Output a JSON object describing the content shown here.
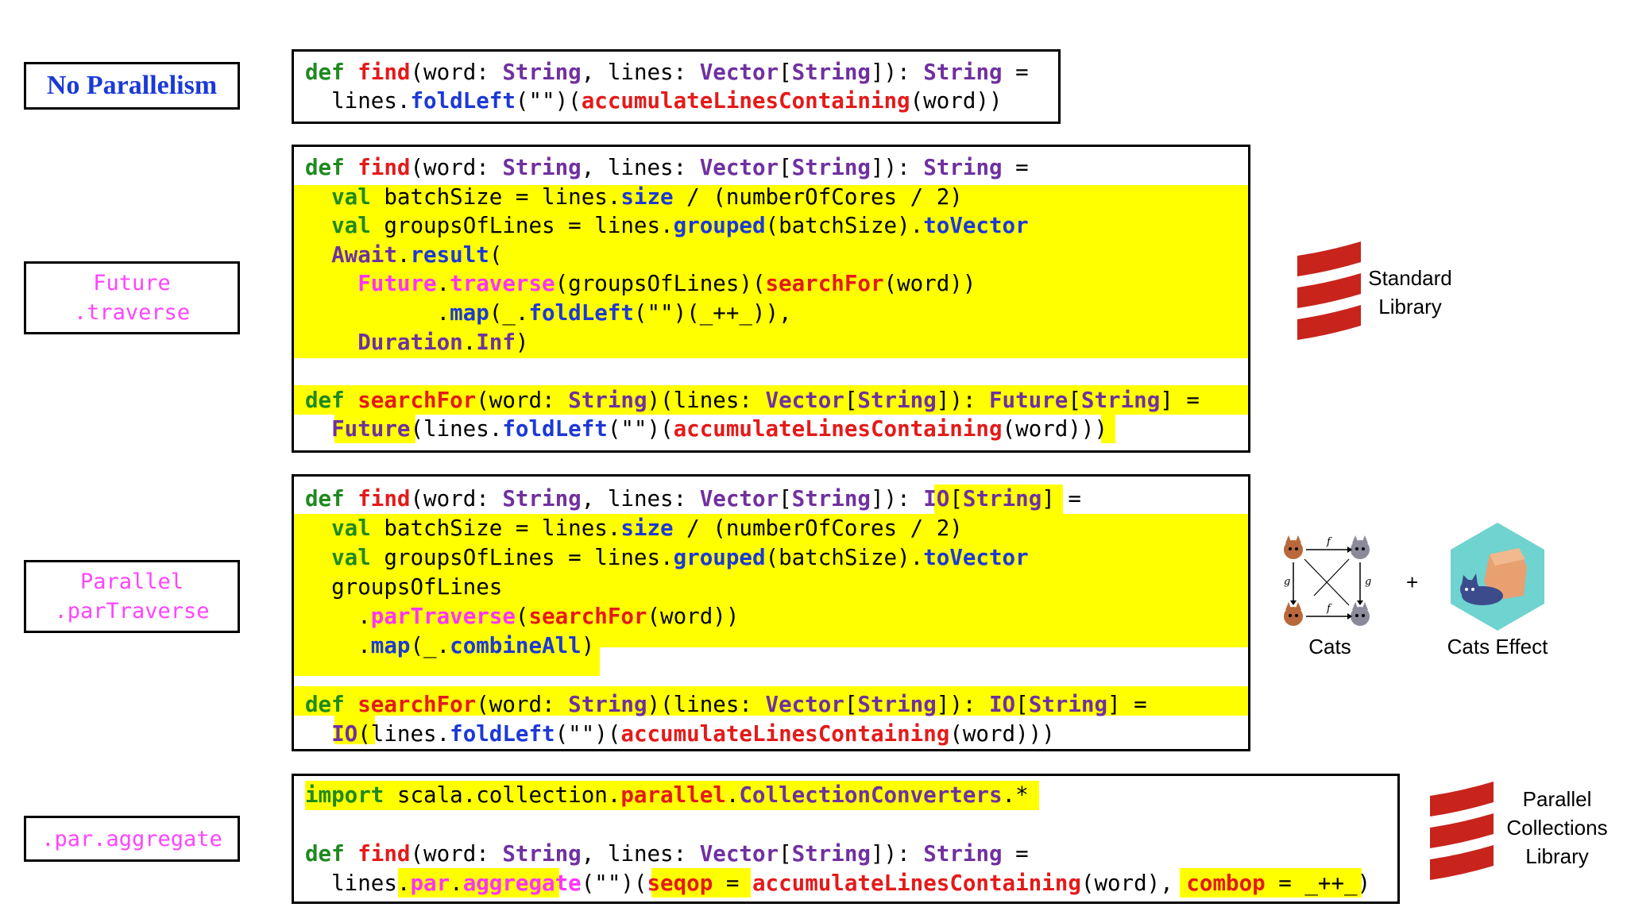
{
  "labels": {
    "no_parallelism": "No Parallelism",
    "future_traverse_1": "Future",
    "future_traverse_2": ".traverse",
    "parallel_1": "Parallel",
    "parallel_2": ".parTraverse",
    "par_aggregate": ".par.aggregate"
  },
  "side": {
    "standard_1": "Standard",
    "standard_2": "Library",
    "cats": "Cats",
    "plus": "+",
    "cats_effect": "Cats Effect",
    "pc_1": "Parallel",
    "pc_2": "Collections",
    "pc_3": "Library"
  },
  "colors": {
    "keyword": "#1f8a1f",
    "function": "#e41a1a",
    "type": "#7030a0",
    "method": "#1c39d6",
    "highlight": "#ffff00",
    "label_blue": "#1a3ad6",
    "label_pink": "#ff44ff",
    "scala_red": "#c8241c",
    "cats_effect_teal": "#6fd3d0"
  },
  "icons": [
    "scala-logo-icon",
    "cats-category-diagram-icon",
    "cats-effect-logo-icon"
  ],
  "code": {
    "block1": [
      [
        [
          "g",
          "def"
        ],
        [
          "k",
          " "
        ],
        [
          "r",
          "find"
        ],
        [
          "k",
          "(word: "
        ],
        [
          "p",
          "String"
        ],
        [
          "k",
          ", lines: "
        ],
        [
          "p",
          "Vector"
        ],
        [
          "k",
          "["
        ],
        [
          "p",
          "String"
        ],
        [
          "k",
          "]): "
        ],
        [
          "p",
          "String"
        ],
        [
          "k",
          " ="
        ]
      ],
      [
        [
          "k",
          "  lines."
        ],
        [
          "b",
          "foldLeft"
        ],
        [
          "k",
          "(\"\")("
        ],
        [
          "r",
          "accumulateLinesContaining"
        ],
        [
          "k",
          "(word))"
        ]
      ]
    ],
    "block2": [
      [
        [
          "g",
          "def"
        ],
        [
          "k",
          " "
        ],
        [
          "r",
          "find"
        ],
        [
          "k",
          "(word: "
        ],
        [
          "p",
          "String"
        ],
        [
          "k",
          ", lines: "
        ],
        [
          "p",
          "Vector"
        ],
        [
          "k",
          "["
        ],
        [
          "p",
          "String"
        ],
        [
          "k",
          "]): "
        ],
        [
          "p",
          "String"
        ],
        [
          "k",
          " ="
        ]
      ],
      [
        [
          "g",
          "  val"
        ],
        [
          "k",
          " batchSize = lines."
        ],
        [
          "b",
          "size"
        ],
        [
          "k",
          " / (numberOfCores / 2)"
        ]
      ],
      [
        [
          "g",
          "  val"
        ],
        [
          "k",
          " groupsOfLines = lines."
        ],
        [
          "b",
          "grouped"
        ],
        [
          "k",
          "(batchSize)."
        ],
        [
          "b",
          "toVector"
        ]
      ],
      [
        [
          "p",
          "  Await"
        ],
        [
          "k",
          "."
        ],
        [
          "b",
          "result"
        ],
        [
          "k",
          "("
        ]
      ],
      [
        [
          "m",
          "    Future"
        ],
        [
          "k",
          "."
        ],
        [
          "m",
          "traverse"
        ],
        [
          "k",
          "(groupsOfLines)("
        ],
        [
          "r",
          "searchFor"
        ],
        [
          "k",
          "(word))"
        ]
      ],
      [
        [
          "k",
          "          ."
        ],
        [
          "b",
          "map"
        ],
        [
          "k",
          "(_."
        ],
        [
          "b",
          "foldLeft"
        ],
        [
          "k",
          "(\"\")(_++_)),"
        ]
      ],
      [
        [
          "p",
          "    Duration"
        ],
        [
          "k",
          "."
        ],
        [
          "p",
          "Inf"
        ],
        [
          "k",
          ")"
        ]
      ],
      [
        [
          "k",
          ""
        ]
      ],
      [
        [
          "g",
          "def"
        ],
        [
          "k",
          " "
        ],
        [
          "r",
          "searchFor"
        ],
        [
          "k",
          "(word: "
        ],
        [
          "p",
          "String"
        ],
        [
          "k",
          ")(lines: "
        ],
        [
          "p",
          "Vector"
        ],
        [
          "k",
          "["
        ],
        [
          "p",
          "String"
        ],
        [
          "k",
          "]): "
        ],
        [
          "p",
          "Future"
        ],
        [
          "k",
          "["
        ],
        [
          "p",
          "String"
        ],
        [
          "k",
          "] ="
        ]
      ],
      [
        [
          "p",
          "  Future"
        ],
        [
          "k",
          "(lines."
        ],
        [
          "b",
          "foldLeft"
        ],
        [
          "k",
          "(\"\")("
        ],
        [
          "r",
          "accumulateLinesContaining"
        ],
        [
          "k",
          "(word))"
        ],
        [
          "k",
          ")"
        ]
      ]
    ],
    "block3": [
      [
        [
          "g",
          "def"
        ],
        [
          "k",
          " "
        ],
        [
          "r",
          "find"
        ],
        [
          "k",
          "(word: "
        ],
        [
          "p",
          "String"
        ],
        [
          "k",
          ", lines: "
        ],
        [
          "p",
          "Vector"
        ],
        [
          "k",
          "["
        ],
        [
          "p",
          "String"
        ],
        [
          "k",
          "]): "
        ],
        [
          "p",
          "IO"
        ],
        [
          "k",
          "["
        ],
        [
          "p",
          "String"
        ],
        [
          "k",
          "] ="
        ]
      ],
      [
        [
          "g",
          "  val"
        ],
        [
          "k",
          " batchSize = lines."
        ],
        [
          "b",
          "size"
        ],
        [
          "k",
          " / (numberOfCores / 2)"
        ]
      ],
      [
        [
          "g",
          "  val"
        ],
        [
          "k",
          " groupsOfLines = lines."
        ],
        [
          "b",
          "grouped"
        ],
        [
          "k",
          "(batchSize)."
        ],
        [
          "b",
          "toVector"
        ]
      ],
      [
        [
          "k",
          "  groupsOfLines"
        ]
      ],
      [
        [
          "k",
          "    ."
        ],
        [
          "m",
          "parTraverse"
        ],
        [
          "k",
          "("
        ],
        [
          "r",
          "searchFor"
        ],
        [
          "k",
          "(word))"
        ]
      ],
      [
        [
          "k",
          "    ."
        ],
        [
          "b",
          "map"
        ],
        [
          "k",
          "(_."
        ],
        [
          "b",
          "combineAll"
        ],
        [
          "k",
          ")"
        ]
      ],
      [
        [
          "k",
          ""
        ]
      ],
      [
        [
          "g",
          "def"
        ],
        [
          "k",
          " "
        ],
        [
          "r",
          "searchFor"
        ],
        [
          "k",
          "(word: "
        ],
        [
          "p",
          "String"
        ],
        [
          "k",
          ")(lines: "
        ],
        [
          "p",
          "Vector"
        ],
        [
          "k",
          "["
        ],
        [
          "p",
          "String"
        ],
        [
          "k",
          "]): "
        ],
        [
          "p",
          "IO"
        ],
        [
          "k",
          "["
        ],
        [
          "p",
          "String"
        ],
        [
          "k",
          "] ="
        ]
      ],
      [
        [
          "p",
          "  IO"
        ],
        [
          "k",
          "(lines."
        ],
        [
          "b",
          "foldLeft"
        ],
        [
          "k",
          "(\"\")("
        ],
        [
          "r",
          "accumulateLinesContaining"
        ],
        [
          "k",
          "(word)))"
        ]
      ]
    ],
    "block4": [
      [
        [
          "g",
          "import"
        ],
        [
          "k",
          " scala.collection."
        ],
        [
          "r",
          "parallel"
        ],
        [
          "k",
          "."
        ],
        [
          "p",
          "CollectionConverters"
        ],
        [
          "k",
          ".*"
        ]
      ],
      [
        [
          "k",
          ""
        ]
      ],
      [
        [
          "g",
          "def"
        ],
        [
          "k",
          " "
        ],
        [
          "r",
          "find"
        ],
        [
          "k",
          "(word: "
        ],
        [
          "p",
          "String"
        ],
        [
          "k",
          ", lines: "
        ],
        [
          "p",
          "Vector"
        ],
        [
          "k",
          "["
        ],
        [
          "p",
          "String"
        ],
        [
          "k",
          "]): "
        ],
        [
          "p",
          "String"
        ],
        [
          "k",
          " ="
        ]
      ],
      [
        [
          "k",
          "  lines."
        ],
        [
          "m",
          "par"
        ],
        [
          "k",
          "."
        ],
        [
          "m",
          "aggregate"
        ],
        [
          "k",
          "(\"\")("
        ],
        [
          "r",
          "seqop"
        ],
        [
          "k",
          " = "
        ],
        [
          "r",
          "accumulateLinesContaining"
        ],
        [
          "k",
          "(word), "
        ],
        [
          "r",
          "combop"
        ],
        [
          "k",
          " = _++_)"
        ]
      ]
    ]
  }
}
